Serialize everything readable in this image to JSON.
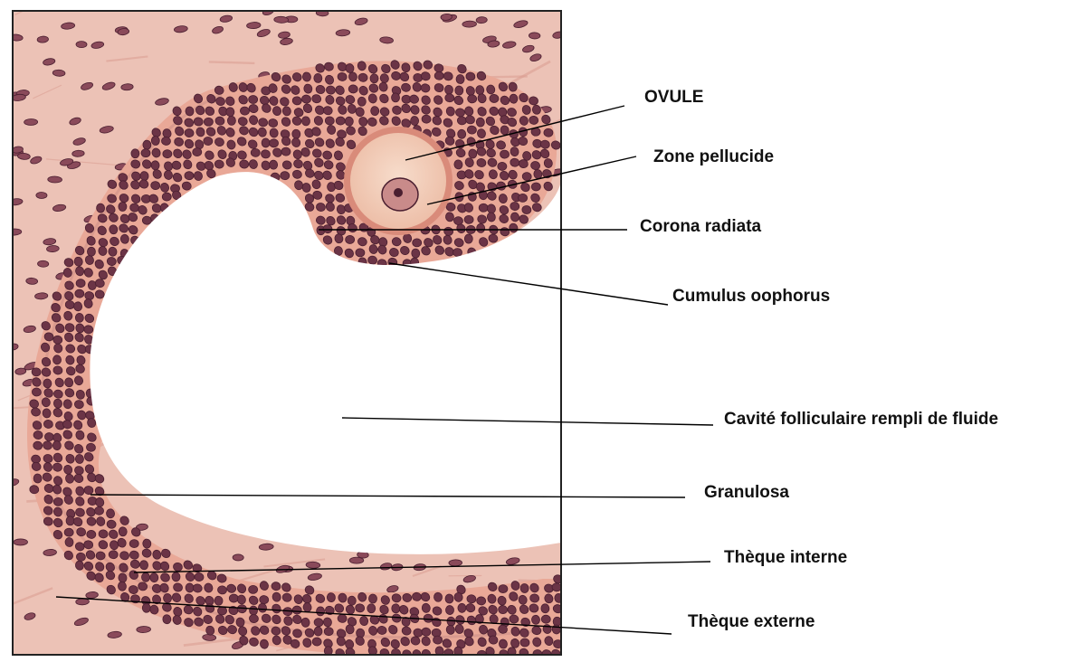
{
  "diagram": {
    "labels": [
      {
        "id": "ovule",
        "text": "OVULE"
      },
      {
        "id": "zone-pellucide",
        "text": "Zone pellucide"
      },
      {
        "id": "corona-radiata",
        "text": "Corona radiata"
      },
      {
        "id": "cumulus-oophorus",
        "text": "Cumulus oophorus"
      },
      {
        "id": "cavite",
        "text": "Cavité folliculaire rempli de fluide"
      },
      {
        "id": "granulosa",
        "text": "Granulosa"
      },
      {
        "id": "theque-interne",
        "text": "Thèque interne"
      },
      {
        "id": "theque-externe",
        "text": "Thèque externe"
      }
    ]
  },
  "colors": {
    "stroma": "#ecc2b6",
    "stroma_dark": "#d99a8e",
    "granulosa_bg": "#e9a897",
    "nucleus": "#6b3446",
    "nucleus_dark": "#4a1f30",
    "ovule": "#f2ccb8",
    "zona": "#d98b7a",
    "cavity": "#ffffff",
    "line": "#000000"
  }
}
